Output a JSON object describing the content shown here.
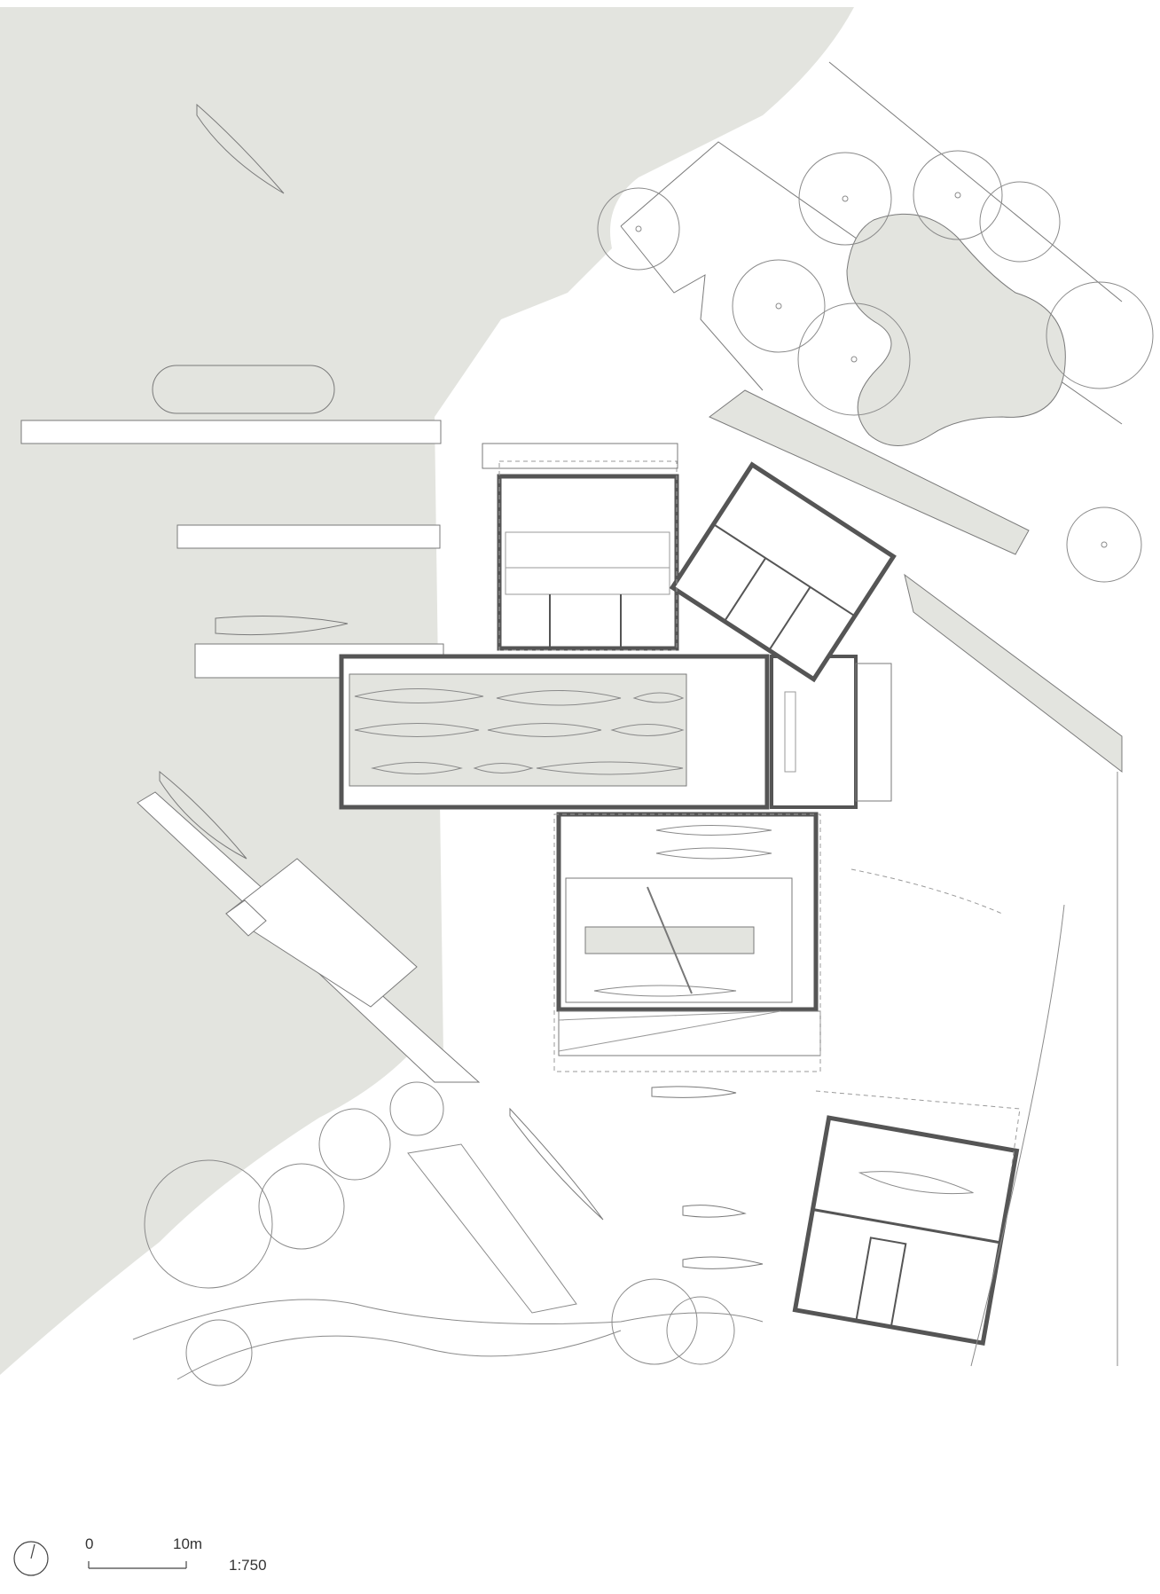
{
  "drawing": {
    "colors": {
      "water": "#e3e4df",
      "line": "#7a7a7a",
      "wall": "#555555",
      "dashed": "#9a9a9a",
      "hull": "#dfe0da"
    },
    "scale_bar": {
      "zero_label": "0",
      "end_label": "10m",
      "ratio_label": "1:750"
    },
    "north_arrow_icon": "north-arrow-icon"
  }
}
